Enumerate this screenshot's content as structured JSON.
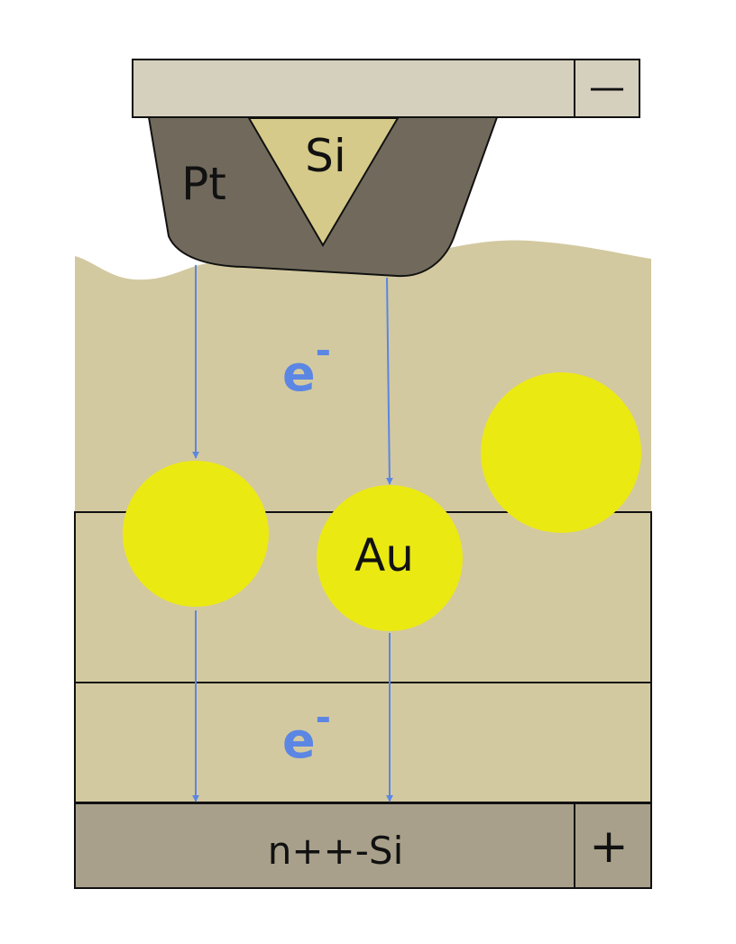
{
  "labels": {
    "minus_terminal": "—",
    "plus_terminal": "+",
    "pt": "Pt",
    "si_tip": "Si",
    "au": "Au",
    "substrate": "n++-Si",
    "electron_top": "e",
    "electron_top_sup": "-",
    "electron_bottom": "e",
    "electron_bottom_sup": "-"
  },
  "colors": {
    "matrix": "#d3c9a0",
    "cantilever": "#d5cfbd",
    "pt_coating": "#716a5c",
    "si_tip": "#d6ca8a",
    "gold": "#ebe912",
    "substrate": "#a8a08a",
    "arrow": "#5b86e3",
    "electron": "#5b86e3",
    "outline": "#111111"
  }
}
